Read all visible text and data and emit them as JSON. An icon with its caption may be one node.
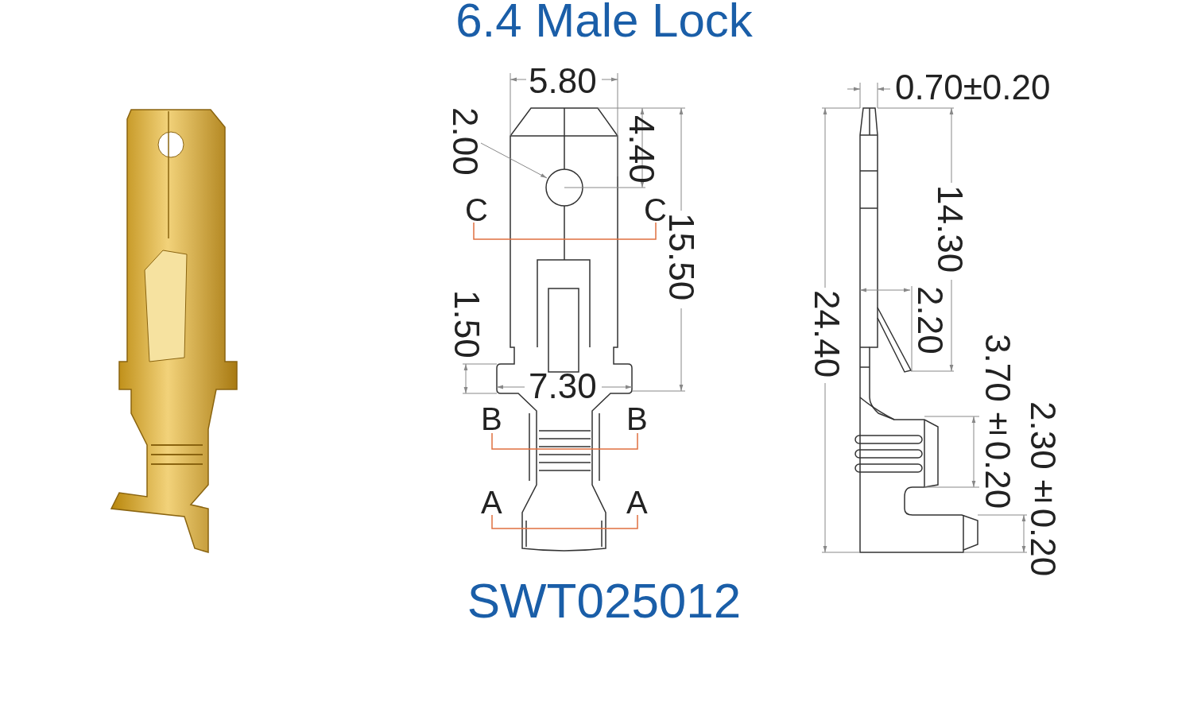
{
  "diagram": {
    "title": "6.4 Male Lock",
    "caption": "SWT025012",
    "labels": [
      "5.80",
      "0.70±0.20",
      "2.00",
      "4.40",
      "14.30",
      "C",
      "C",
      "15.50",
      "1.50",
      "24.40",
      "2.20",
      "3.70±0.20",
      "7.30",
      "B",
      "B",
      "2.30±0.20",
      "A",
      "A"
    ]
  }
}
